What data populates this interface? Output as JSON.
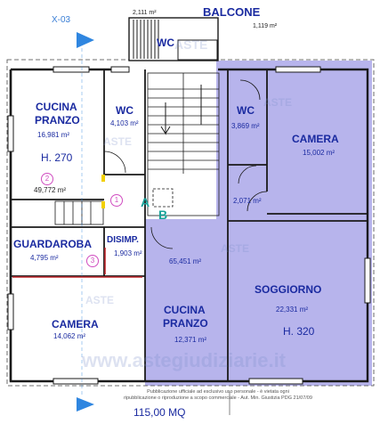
{
  "section_marker": "X-03",
  "top": {
    "balcone_label": "BALCONE",
    "balcone_area_left": "2,111 m²",
    "balcone_area_right": "1,119 m²",
    "wc_balcony_label": "WC"
  },
  "rooms": {
    "cucina_left_1": "CUCINA",
    "cucina_left_2": "PRANZO",
    "cucina_left_area": "16,981 m²",
    "cucina_left_height": "H. 270",
    "landing_area": "49,772 m²",
    "wc_left": "WC",
    "wc_left_area": "4,103 m²",
    "wc_right": "WC",
    "wc_right_area": "3,869 m²",
    "camera_right": "CAMERA",
    "camera_right_area": "15,002 m²",
    "hall_right_area": "2,071 m²",
    "guardaroba": "GUARDAROBA",
    "guardaroba_area": "4,795 m²",
    "disimp": "DISIMP.",
    "disimp_area": "1,903 m²",
    "center_area": "65,451 m²",
    "soggiorno": "SOGGIORNO",
    "soggiorno_area": "22,331 m²",
    "soggiorno_height": "H. 320",
    "cucina_center_1": "CUCINA",
    "cucina_center_2": "PRANZO",
    "cucina_center_area": "12,371 m²",
    "camera_left": "CAMERA",
    "camera_left_area": "14,062 m²"
  },
  "markers": {
    "a": "A",
    "b": "B",
    "n1": "1",
    "n2": "2",
    "n3": "3"
  },
  "footer": {
    "disclaimer_1": "Pubblicazione ufficiale ad esclusivo uso personale - è vietata ogni",
    "disclaimer_2": "ripubblicazione o riproduzione a scopo commerciale - Aut. Min. Giustizia PDG 21/07/09",
    "total_area": "115,00 MQ"
  },
  "watermarks": {
    "aste": "ASTE",
    "giudiziarie": "GIUDIZIARIE",
    "site": "www.astegiudiziarie.it"
  },
  "colors": {
    "wall": "#1a1a1a",
    "highlight_fill": "#b7b4ec",
    "label": "#1a2aa0",
    "accent_arrow": "#2f86e0",
    "red_line": "#c0282d",
    "marker_teal": "#1aa39a",
    "marker_pink": "#d04cc0"
  }
}
